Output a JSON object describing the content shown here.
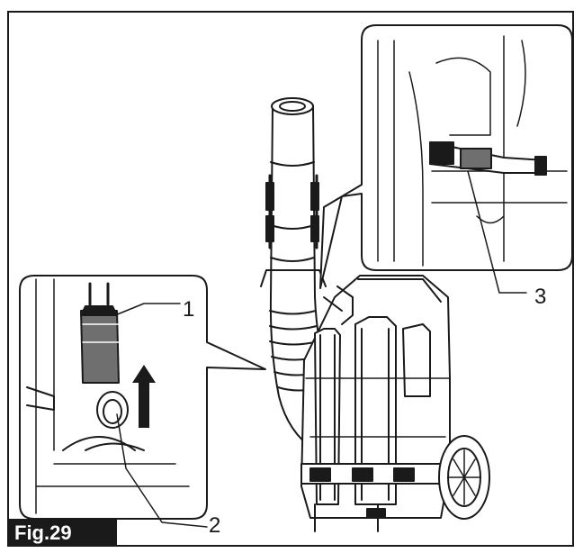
{
  "figure": {
    "label": "Fig.29",
    "callouts": [
      "1",
      "2",
      "3"
    ]
  },
  "colors": {
    "ink": "#1a1a1a",
    "background": "#ffffff",
    "shade": "#6f6f6f"
  }
}
